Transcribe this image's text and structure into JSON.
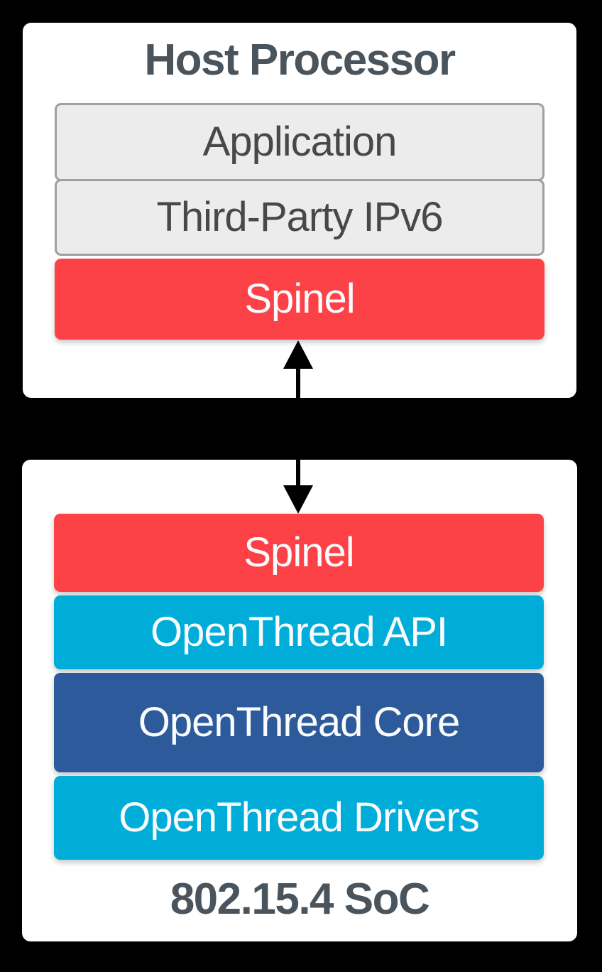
{
  "diagram": {
    "host_card": {
      "title": "Host Processor",
      "layers": [
        {
          "label": "Application",
          "color": "#ECECEC"
        },
        {
          "label": "Third-Party IPv6",
          "color": "#ECECEC"
        },
        {
          "label": "Spinel",
          "color": "#FC4247"
        }
      ]
    },
    "connector": {
      "type": "vertical-double-arrow",
      "color": "#000000"
    },
    "soc_card": {
      "title": "802.15.4 SoC",
      "layers": [
        {
          "label": "Spinel",
          "color": "#FC4247"
        },
        {
          "label": "OpenThread API",
          "color": "#00ADD9"
        },
        {
          "label": "OpenThread Core",
          "color": "#2D5A9B"
        },
        {
          "label": "OpenThread Drivers",
          "color": "#00ADD9"
        }
      ]
    },
    "colors": {
      "background": "#000000",
      "card": "#FFFFFF",
      "red": "#FC4247",
      "cyan": "#00ADD9",
      "blue": "#2D5A9B",
      "gray_fill": "#ECECEC",
      "gray_border": "#9EA0A2",
      "title_text": "#4A545C",
      "gray_label_text": "#47484A",
      "light_label_text": "#FAFBFC"
    }
  }
}
